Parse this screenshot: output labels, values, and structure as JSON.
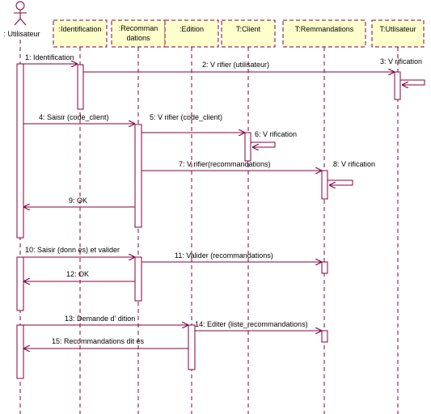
{
  "actor": {
    "name": ": Utilisateur"
  },
  "participants": [
    {
      "id": "identification",
      "label": [
        ":Identification"
      ]
    },
    {
      "id": "recommandations",
      "label": [
        ":Recomman",
        "dations"
      ]
    },
    {
      "id": "edition",
      "label": [
        ":Edition"
      ]
    },
    {
      "id": "client",
      "label": [
        "T:Client"
      ]
    },
    {
      "id": "remmandations",
      "label": [
        "T:Remmandations"
      ]
    },
    {
      "id": "utilisateur",
      "label": [
        "T:Utlisateur"
      ]
    }
  ],
  "messages": [
    {
      "id": "m1",
      "label": "1: Identification"
    },
    {
      "id": "m2",
      "label": "2: V  rifier (utilisateur)"
    },
    {
      "id": "m3",
      "label": "3: V  rification"
    },
    {
      "id": "m4",
      "label": "4: Saisir (code_client)"
    },
    {
      "id": "m5",
      "label": "5: V  rifier (code_client)"
    },
    {
      "id": "m6",
      "label": "6: V  rification"
    },
    {
      "id": "m7",
      "label": "7: V  rifier(recommandations)"
    },
    {
      "id": "m8",
      "label": "8: V  rification"
    },
    {
      "id": "m9",
      "label": "9: OK"
    },
    {
      "id": "m10",
      "label": "10: Saisir (donn  es) et valider"
    },
    {
      "id": "m11",
      "label": "11: Valider (recommandations)"
    },
    {
      "id": "m12",
      "label": "12: OK"
    },
    {
      "id": "m13",
      "label": "13: Demande d'   dition"
    },
    {
      "id": "m14",
      "label": "14: Editer (liste_recommandations)"
    },
    {
      "id": "m15",
      "label": "15: Recommandations   dit   es"
    }
  ],
  "colors": {
    "line": "#800040",
    "box_fill": "#ffffcc",
    "text": "#000000"
  }
}
